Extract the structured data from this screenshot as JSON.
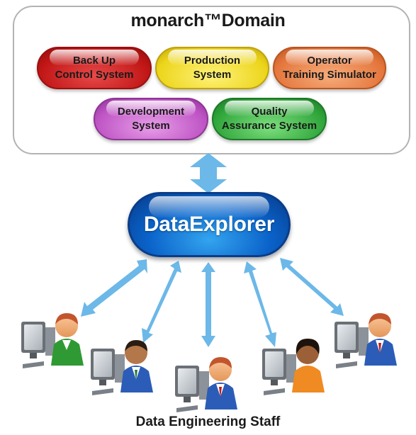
{
  "domain": {
    "title": "monarch™Domain"
  },
  "systems": [
    {
      "id": "backup",
      "label": "Back Up\nControl System"
    },
    {
      "id": "production",
      "label": "Production\nSystem"
    },
    {
      "id": "ots",
      "label": "Operator\nTraining Simulator"
    },
    {
      "id": "development",
      "label": "Development\nSystem"
    },
    {
      "id": "qa",
      "label": "Quality\nAssurance System"
    }
  ],
  "hub": {
    "label": "DataExplorer"
  },
  "staff": {
    "label": "Data Engineering Staff"
  },
  "colors": {
    "arrow": "#6cb8e8",
    "hub": "#0a62c9"
  },
  "icons": [
    "workstation-user-icon",
    "monitor-icon",
    "double-arrow-icon"
  ]
}
